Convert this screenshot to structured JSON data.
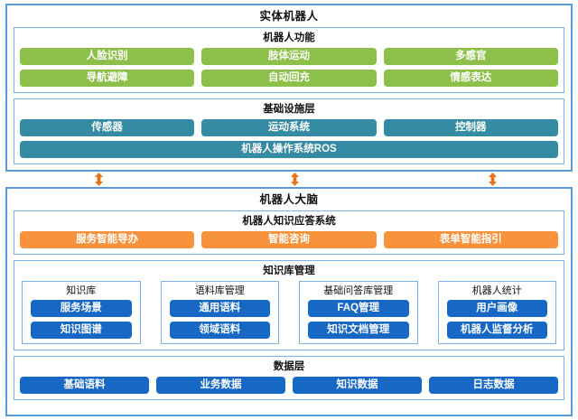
{
  "diagram": {
    "colors": {
      "green": "#8cc04a",
      "teal": "#348ba3",
      "orange": "#f7933d",
      "blue": "#1668c4",
      "border": "#5b9bd5",
      "inner_border": "#7fb0e0",
      "background": "#ffffff",
      "arrow": "#e8721c"
    },
    "physical_robot": {
      "title": "实体机器人",
      "robot_functions": {
        "title": "机器人功能",
        "row1": [
          "人脸识别",
          "肢体运动",
          "多感官"
        ],
        "row2": [
          "导航避障",
          "自动回充",
          "情感表达"
        ]
      },
      "infrastructure": {
        "title": "基础设施层",
        "row1": [
          "传感器",
          "运动系统",
          "控制器"
        ],
        "row2": [
          "机器人操作系统ROS"
        ]
      }
    },
    "connectors": {
      "icon": "double-headed-vertical-arrow",
      "count": 3
    },
    "robot_brain": {
      "title": "机器人大脑",
      "qa_system": {
        "title": "机器人知识应答系统",
        "items": [
          "服务智能导办",
          "智能咨询",
          "表单智能指引"
        ]
      },
      "knowledge_base": {
        "title": "知识库管理",
        "cards": [
          {
            "title": "知识库",
            "items": [
              "服务场景",
              "知识图谱"
            ]
          },
          {
            "title": "语料库管理",
            "items": [
              "通用语料",
              "领域语料"
            ]
          },
          {
            "title": "基础问答库管理",
            "items": [
              "FAQ管理",
              "知识文档管理"
            ]
          },
          {
            "title": "机器人统计",
            "items": [
              "用户画像",
              "机器人监督分析"
            ]
          }
        ]
      },
      "data_layer": {
        "title": "数据层",
        "items": [
          "基础语料",
          "业务数据",
          "知识数据",
          "日志数据"
        ]
      }
    }
  }
}
